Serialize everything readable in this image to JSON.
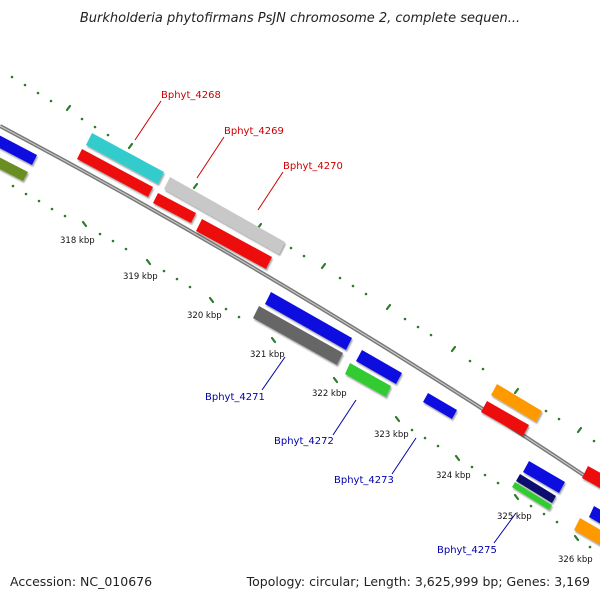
{
  "title": "Burkholderia phytofirmans PsJN chromosome 2, complete sequen...",
  "footer": {
    "accession": "Accession: NC_010676",
    "summary": "Topology: circular; Length: 3,625,999 bp; Genes: 3,169"
  },
  "kbp_labels": [
    "318 kbp",
    "319 kbp",
    "320 kbp",
    "321 kbp",
    "322 kbp",
    "323 kbp",
    "324 kbp",
    "325 kbp",
    "326 kbp"
  ],
  "gene_labels": {
    "top": [
      "Bphyt_4268",
      "Bphyt_4269",
      "Bphyt_4270"
    ],
    "bottom": [
      "Bphyt_4271",
      "Bphyt_4272",
      "Bphyt_4273",
      "Bphyt_4275"
    ]
  },
  "colors": {
    "backbone": "#7a7a7a",
    "label_top": "#cc0000",
    "label_bottom": "#0000aa",
    "tick": "#2d7a2d",
    "cds_blue": "#1010e0",
    "cds_red": "#ee1111",
    "cds_cyan": "#33cccc",
    "cds_lightgray": "#c8c8c8",
    "cds_darkgray": "#666666",
    "cds_green": "#33cc33",
    "cds_navy": "#0a0a70",
    "cds_orange": "#ff9900",
    "cds_olive": "#6b8e23"
  }
}
